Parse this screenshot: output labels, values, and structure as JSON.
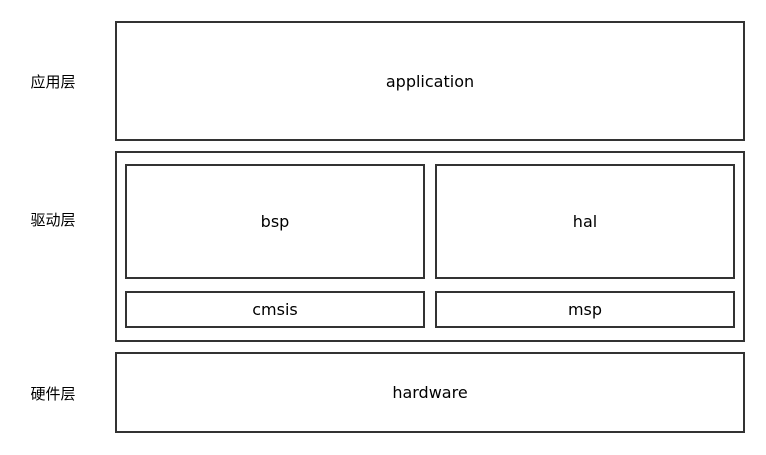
{
  "layers": {
    "application_layer": {
      "label": "应用层",
      "box": "application"
    },
    "driver_layer": {
      "label": "驱动层",
      "bsp": "bsp",
      "hal": "hal",
      "cmsis": "cmsis",
      "msp": "msp"
    },
    "hardware_layer": {
      "label": "硬件层",
      "box": "hardware"
    }
  },
  "colors": {
    "border": "#333333",
    "text": "#000000",
    "background": "#ffffff"
  }
}
